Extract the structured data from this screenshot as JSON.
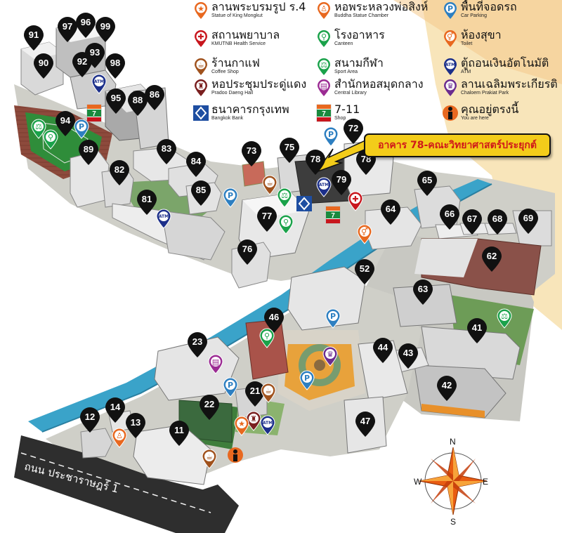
{
  "legend": [
    {
      "icon": "star-pin-icon",
      "color": "#e8681f",
      "thai": "ลานพระบรมรูป ร.4",
      "english": "Statue of King Mongkut"
    },
    {
      "icon": "buddha-pin-icon",
      "color": "#e8681f",
      "thai": "หอพระหลวงพ่อสิงห์",
      "english": "Buddha Statue Chamber"
    },
    {
      "icon": "parking-pin-icon",
      "color": "#2d7fc1",
      "thai": "พื้นที่จอดรถ",
      "english": "Car Parking"
    },
    {
      "icon": "health-pin-icon",
      "color": "#c8161d",
      "thai": "สถานพยาบาล",
      "english": "KMUTNB Health Service"
    },
    {
      "icon": "canteen-pin-icon",
      "color": "#1aa24a",
      "thai": "โรงอาหาร",
      "english": "Canteen"
    },
    {
      "icon": "toilet-pin-icon",
      "color": "#e8681f",
      "thai": "ห้องสุขา",
      "english": "Toilet"
    },
    {
      "icon": "coffee-pin-icon",
      "color": "#a0521d",
      "thai": "ร้านกาแฟ",
      "english": "Coffee Shop"
    },
    {
      "icon": "sport-pin-icon",
      "color": "#1aa24a",
      "thai": "สนามกีฬา",
      "english": "Sport Area"
    },
    {
      "icon": "atm-pin-icon",
      "color": "#1c2f8a",
      "thai": "ตู้ถอนเงินอัตโนมัติ",
      "english": "ATM"
    },
    {
      "icon": "hall-pin-icon",
      "color": "#7a1f1f",
      "thai": "หอประชุมประดู่แดง",
      "english": "Pradoo Daeng Hall"
    },
    {
      "icon": "library-pin-icon",
      "color": "#9b2b93",
      "thai": "สำนักหอสมุดกลาง",
      "english": "Central Library"
    },
    {
      "icon": "park-pin-icon",
      "color": "#6b2c8f",
      "thai": "ลานเฉลิมพระเกียรติ",
      "english": "Chaloem Prakiat Park"
    },
    {
      "icon": "bank-icon",
      "color": "#1e4ea1",
      "thai": "ธนาคารกรุงเทพ",
      "english": "Bangkok Bank"
    },
    {
      "icon": "seven-eleven-icon",
      "color": "#1a8a3e",
      "thai": "7-11",
      "english": "Shop"
    },
    {
      "icon": "you-are-here-icon",
      "color": "#e8681f",
      "thai": "คุณอยู่ตรงนี้",
      "english": "You are here"
    }
  ],
  "callout": "อาคาร 78-คณะวิทยาศาสตร์ประยุกต์",
  "road_label": "ถนน ประชาราษฎร์ 1",
  "compass": {
    "n": "N",
    "e": "E",
    "s": "S",
    "w": "W"
  },
  "buildings": [
    "91",
    "97",
    "96",
    "99",
    "90",
    "93",
    "92",
    "98",
    "95",
    "88",
    "86",
    "94",
    "89",
    "83",
    "82",
    "84",
    "73",
    "75",
    "72",
    "78",
    "78",
    "79",
    "81",
    "85",
    "77",
    "65",
    "64",
    "66",
    "67",
    "68",
    "69",
    "76",
    "62",
    "52",
    "63",
    "46",
    "41",
    "23",
    "44",
    "43",
    "42",
    "21",
    "22",
    "14",
    "12",
    "13",
    "11",
    "47"
  ],
  "colors": {
    "accent": "#f3cc1a",
    "callout_text": "#d0191a",
    "river": "#3aa3c9",
    "road": "#2e2e2e"
  }
}
